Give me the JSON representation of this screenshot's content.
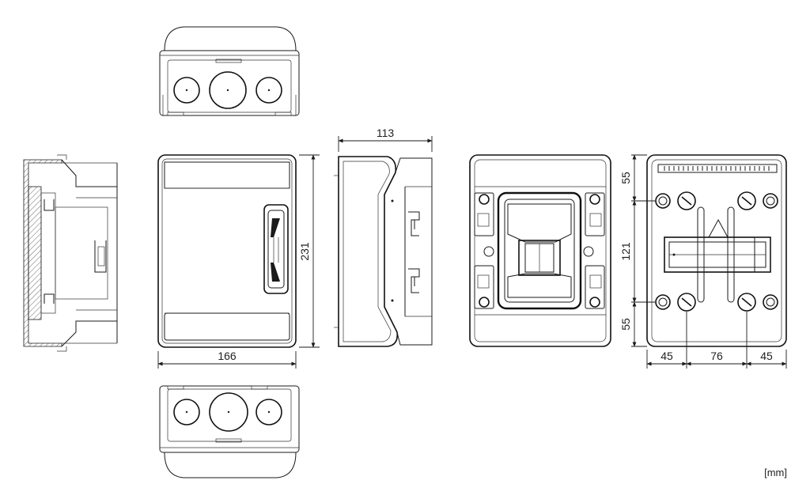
{
  "dimensions": {
    "width_front": "166",
    "height_front": "231",
    "depth_side": "113",
    "back_top": "55",
    "back_middle": "121",
    "back_bottom": "55",
    "back_left": "45",
    "back_center": "76",
    "back_right": "45"
  },
  "unit_label": "[mm]"
}
